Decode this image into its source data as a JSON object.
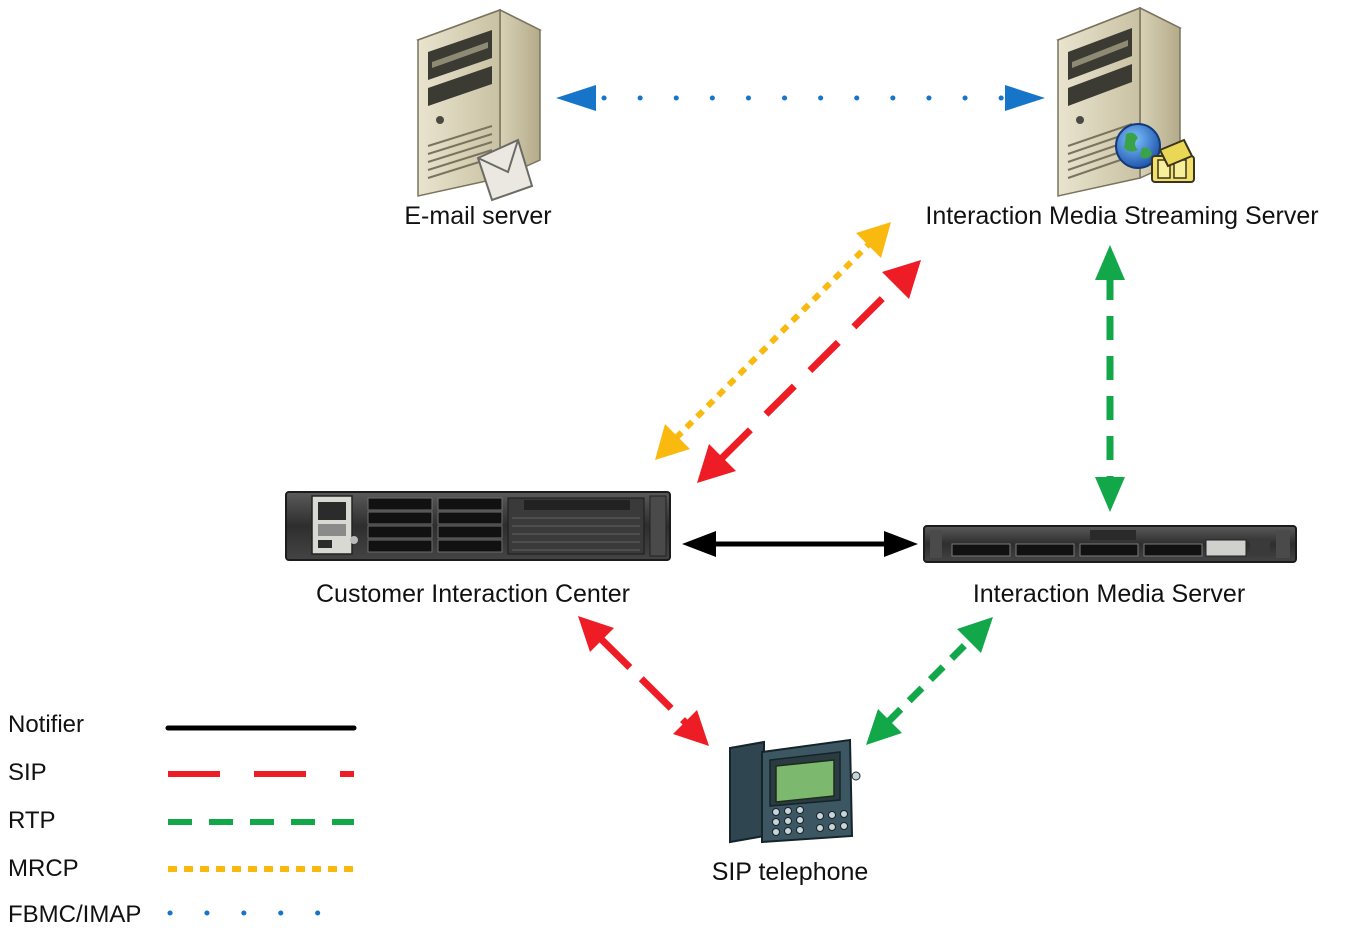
{
  "nodes": {
    "email_server": {
      "label": "E-mail server"
    },
    "streaming_server": {
      "label": "Interaction Media Streaming Server"
    },
    "cic": {
      "label": "Customer Interaction Center"
    },
    "media_server": {
      "label": "Interaction Media Server"
    },
    "sip_phone": {
      "label": "SIP telephone"
    }
  },
  "legend": [
    {
      "label": "Notifier",
      "color": "#000000",
      "style": "solid"
    },
    {
      "label": "SIP",
      "color": "#ee1c25",
      "style": "long-dash"
    },
    {
      "label": "RTP",
      "color": "#12a84a",
      "style": "dash"
    },
    {
      "label": "MRCP",
      "color": "#f9b90f",
      "style": "short-dash"
    },
    {
      "label": "FBMC/IMAP",
      "color": "#1775c9",
      "style": "dotted"
    }
  ],
  "connections": [
    {
      "from": "email_server",
      "to": "streaming_server",
      "protocol": "FBMC/IMAP"
    },
    {
      "from": "cic",
      "to": "streaming_server",
      "protocol": "MRCP"
    },
    {
      "from": "cic",
      "to": "streaming_server",
      "protocol": "SIP"
    },
    {
      "from": "streaming_server",
      "to": "media_server",
      "protocol": "RTP"
    },
    {
      "from": "cic",
      "to": "media_server",
      "protocol": "Notifier"
    },
    {
      "from": "cic",
      "to": "sip_phone",
      "protocol": "SIP"
    },
    {
      "from": "media_server",
      "to": "sip_phone",
      "protocol": "RTP"
    }
  ]
}
